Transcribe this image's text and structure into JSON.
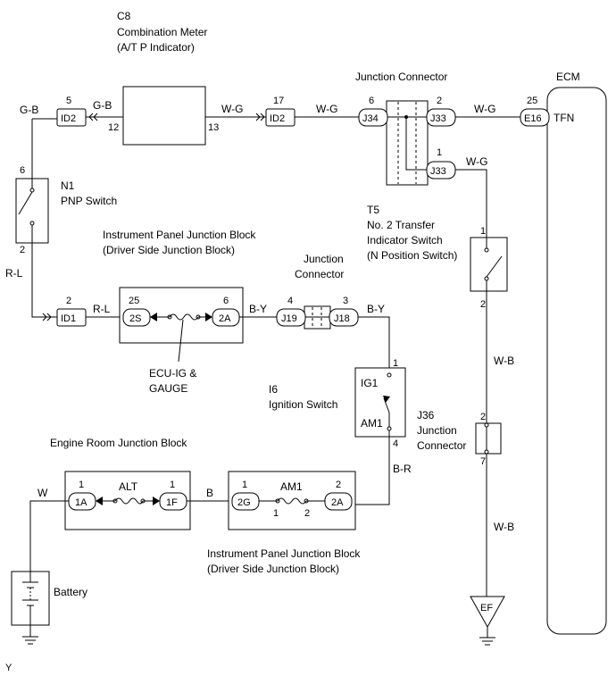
{
  "components": {
    "c8": {
      "ref": "C8",
      "name": "Combination Meter",
      "sub": "(A/T P Indicator)",
      "pin_in": "12",
      "pin_out": "13"
    },
    "n1": {
      "ref": "N1",
      "name": "PNP Switch",
      "pin_top": "6",
      "pin_bot": "2"
    },
    "ecm": {
      "name": "ECM",
      "terminal": "TFN",
      "connector": "E16",
      "pin": "25"
    },
    "junction_connector_top": {
      "name": "Junction Connector",
      "left": "J34",
      "left_pin": "6",
      "right_top": "J33",
      "right_top_pin": "2",
      "right_bot": "J33",
      "right_bot_pin": "1"
    },
    "t5": {
      "ref": "T5",
      "line1": "No. 2 Transfer",
      "line2": "Indicator Switch",
      "line3": "(N Position Switch)",
      "pin_top": "1",
      "pin_bot": "2"
    },
    "ipjb_upper": {
      "line1": "Instrument Panel Junction Block",
      "line2": "(Driver Side Junction Block)",
      "left": "2S",
      "left_pin": "25",
      "right": "2A",
      "right_pin": "6",
      "fuse": "ECU-IG &",
      "fuse2": "GAUGE"
    },
    "junction_connector_mid": {
      "line1": "Junction",
      "line2": "Connector",
      "left": "J19",
      "left_pin": "4",
      "right": "J18",
      "right_pin": "3"
    },
    "i6": {
      "ref": "I6",
      "name": "Ignition Switch",
      "ig": "IG1",
      "am": "AM1",
      "pin_top": "1",
      "pin_bot": "4"
    },
    "j36": {
      "ref": "J36",
      "line1": "Junction",
      "line2": "Connector",
      "pin_top": "2",
      "pin_bot": "7"
    },
    "erjb": {
      "name": "Engine Room Junction Block",
      "left": "1A",
      "left_pin": "1",
      "right": "1F",
      "right_pin": "1",
      "fuse": "ALT"
    },
    "ipjb_lower": {
      "line1": "Instrument Panel Junction Block",
      "line2": "(Driver Side Junction Block)",
      "left": "2G",
      "left_pin": "1",
      "right": "2A",
      "right_pin": "2",
      "fuse": "AM1",
      "fuse_pin_l": "1",
      "fuse_pin_r": "2"
    },
    "battery": {
      "name": "Battery"
    },
    "ground": {
      "name": "EF"
    },
    "id2_left": {
      "name": "ID2",
      "pin": "5"
    },
    "id2_right": {
      "name": "ID2",
      "pin": "17"
    },
    "id1": {
      "name": "ID1",
      "pin": "2"
    }
  },
  "wires": {
    "g_b_1": "G-B",
    "g_b_2": "G-B",
    "w_g_1": "W-G",
    "w_g_2": "W-G",
    "w_g_3": "W-G",
    "w_g_4": "W-G",
    "r_l_1": "R-L",
    "r_l_2": "R-L",
    "b_y_1": "B-Y",
    "b_y_2": "B-Y",
    "w_b_1": "W-B",
    "w_b_2": "W-B",
    "b_r": "B-R",
    "w": "W",
    "b": "B"
  },
  "footer": "Y"
}
